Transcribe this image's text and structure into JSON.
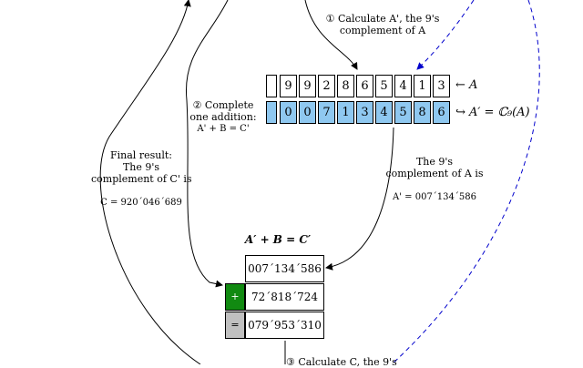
{
  "step1": {
    "line1": "① Calculate A', the 9's",
    "line2": "complement of A"
  },
  "step2": {
    "line1": "② Complete",
    "line2": "one addition:",
    "line3": "A' + B = C'"
  },
  "step3": {
    "text": "③ Calculate C, the 9's"
  },
  "final": {
    "line1": "Final result:",
    "line2": "The 9's",
    "line3": "complement of C' is",
    "line4": "C = 920´046´689"
  },
  "complement_note": {
    "line1": "The 9's",
    "line2": "complement of A is",
    "line3": "A' = 007´134´586"
  },
  "row_a": {
    "cells": [
      "",
      "9",
      "9",
      "2",
      "8",
      "6",
      "5",
      "4",
      "1",
      "3"
    ],
    "label": "← A"
  },
  "row_a_prime": {
    "cells": [
      "",
      "0",
      "0",
      "7",
      "1",
      "3",
      "4",
      "5",
      "8",
      "6"
    ],
    "label": "↪ A′ = ℂ₉(A)"
  },
  "sum_table": {
    "heading": "A′ + B = C′",
    "rows": [
      {
        "op": "",
        "value": "007´134´586"
      },
      {
        "op": "+",
        "value": "72´818´724"
      },
      {
        "op": "=",
        "value": "079´953´310"
      }
    ]
  },
  "colors": {
    "blue_cell": "#8fc8f0",
    "plus": "#118a11",
    "equals": "#c0c0c0",
    "dashed_arrow": "#0000cc"
  }
}
